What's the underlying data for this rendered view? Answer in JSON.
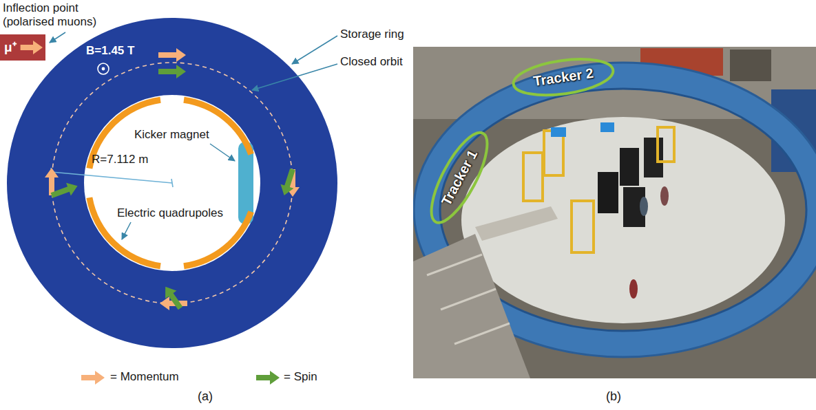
{
  "diagram": {
    "nodes": [
      {
        "text": [
          "μ⁺"
        ]
      },
      {
        "text": [
          "Tracker 1"
        ]
      },
      {
        "text": [
          "Tracker 2"
        ]
      }
    ],
    "labels": [
      "Inflection point (polarised muons)",
      "B=1.45 T",
      "Storage ring",
      "Closed orbit",
      "Kicker magnet",
      "R=7.112 m",
      "Electric quadrupoles",
      "(a)",
      "(b)"
    ],
    "legend": [
      {
        "text": "= Momentum"
      },
      {
        "text": "= Spin"
      }
    ]
  }
}
